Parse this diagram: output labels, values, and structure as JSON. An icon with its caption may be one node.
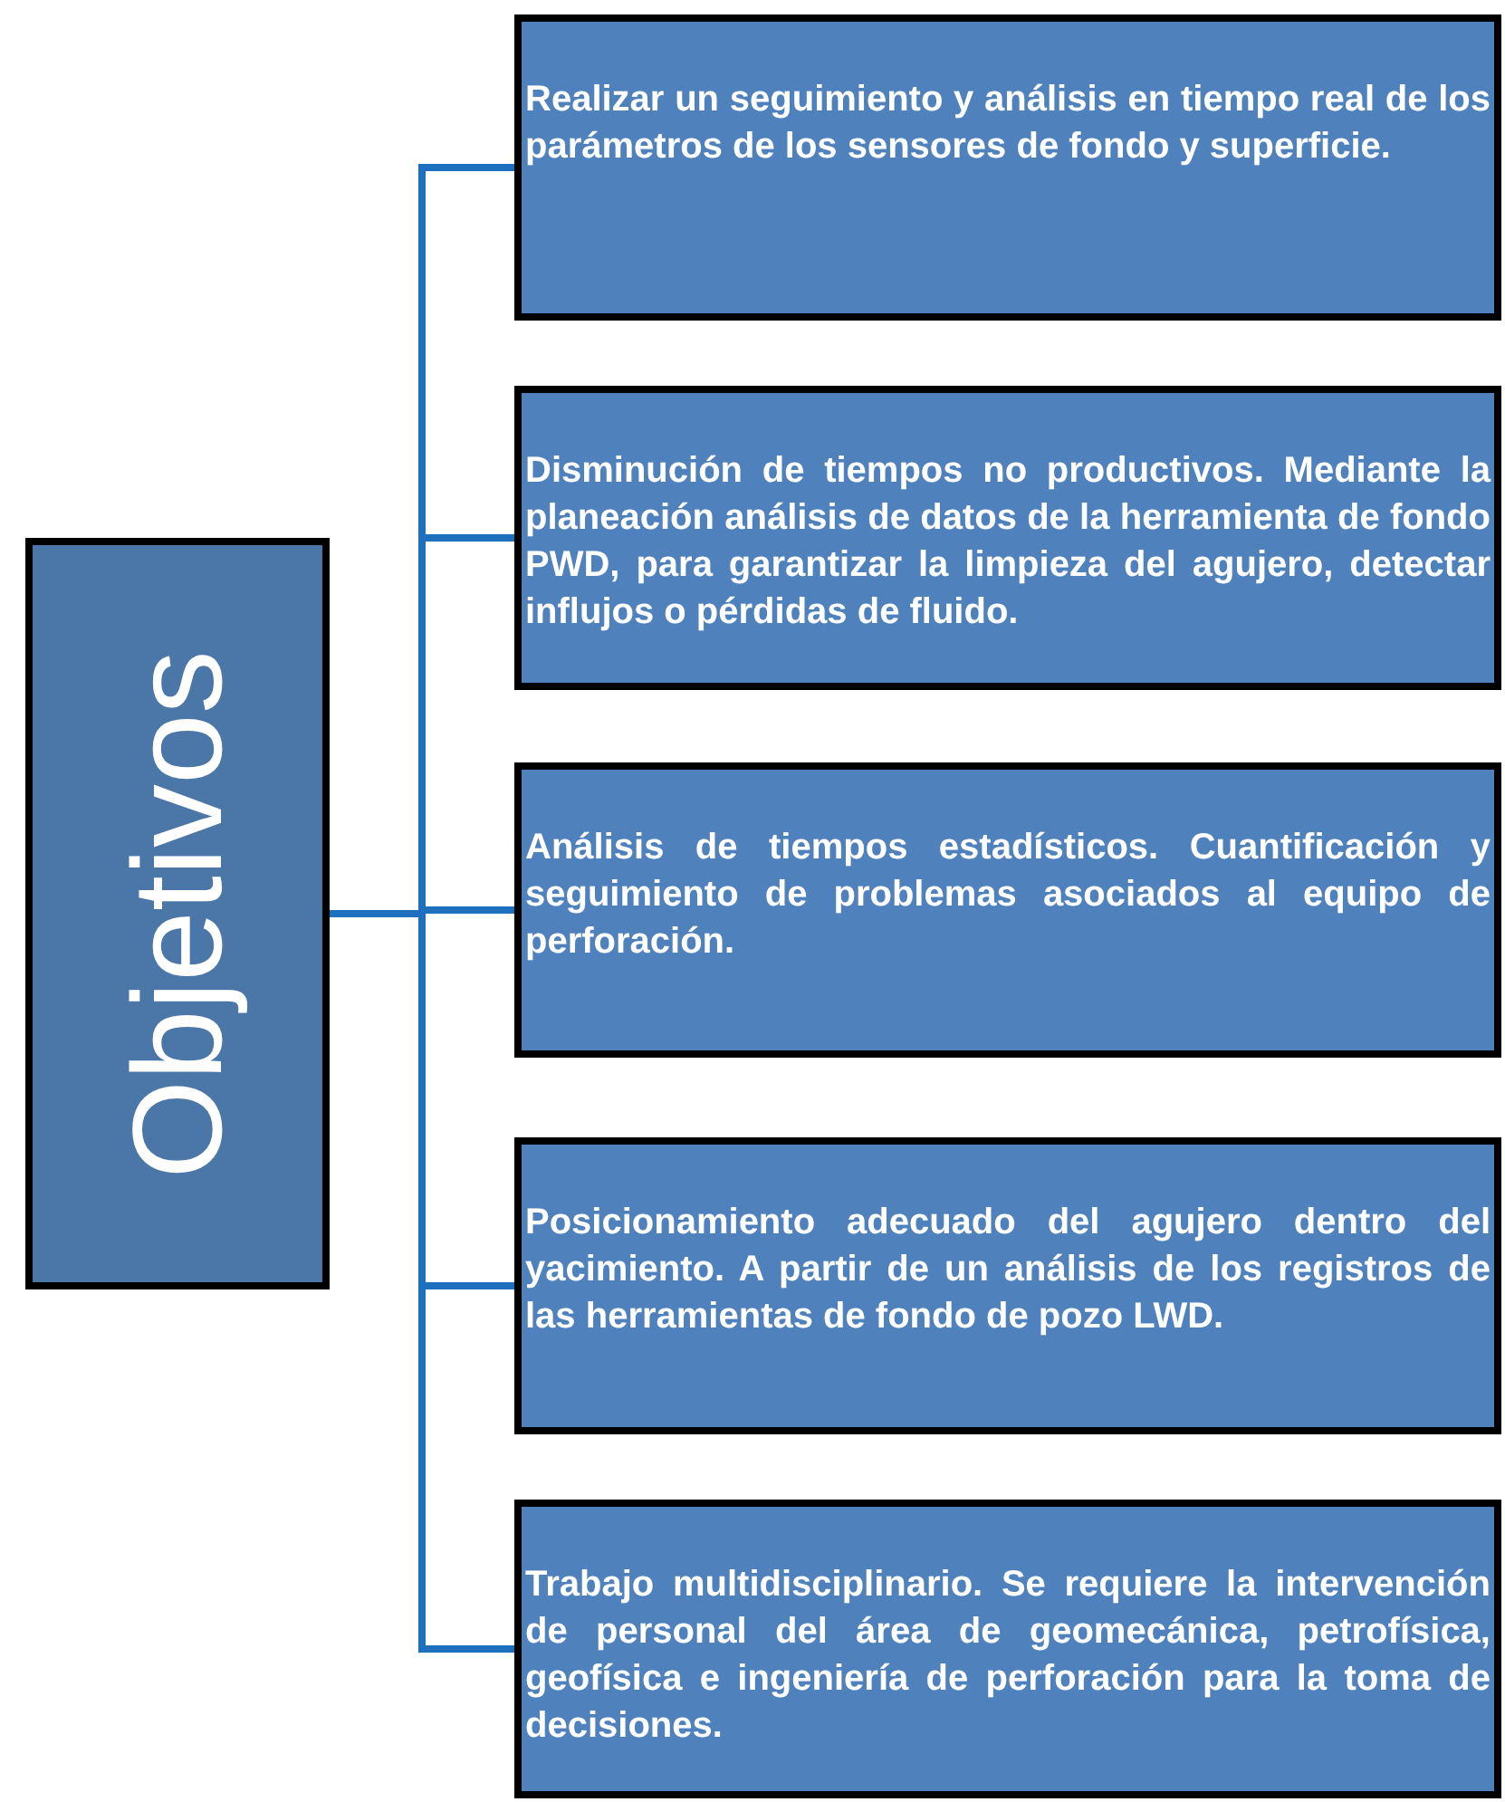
{
  "diagram": {
    "nodes": [
      {
        "text": [
          "Objetivos"
        ]
      },
      {
        "text": [
          "Realizar un seguimiento y análisis en tiempo real de los parámetros de los sensores de fondo y superficie."
        ]
      },
      {
        "text": [
          "Disminución de tiempos no productivos. Mediante la planeación análisis de datos de la herramienta de fondo PWD, para garantizar la limpieza del agujero, detectar influjos o pérdidas de fluido."
        ]
      },
      {
        "text": [
          "Análisis de tiempos estadísticos. Cuantificación y seguimiento de problemas asociados al equipo de perforación."
        ]
      },
      {
        "text": [
          "Posicionamiento adecuado del agujero dentro del yacimiento. A partir de un análisis de los registros de las herramientas de fondo de pozo LWD."
        ]
      },
      {
        "text": [
          "Trabajo multidisciplinario. Se requiere la intervención de personal del área de geomecánica, petrofísica, geofísica e ingeniería de perforación para la toma de decisiones."
        ]
      }
    ],
    "edges": [
      {
        "from": 0,
        "to": 1,
        "arrow": "none"
      },
      {
        "from": 0,
        "to": 2,
        "arrow": "none"
      },
      {
        "from": 0,
        "to": 3,
        "arrow": "none"
      },
      {
        "from": 0,
        "to": 4,
        "arrow": "none"
      },
      {
        "from": 0,
        "to": 5,
        "arrow": "none"
      }
    ]
  }
}
